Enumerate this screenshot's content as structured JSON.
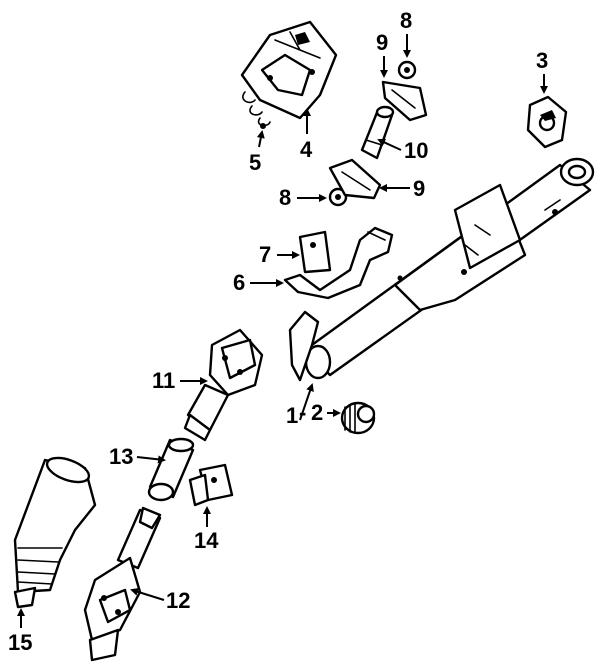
{
  "callouts": [
    {
      "id": "1",
      "text": "1"
    },
    {
      "id": "2",
      "text": "2"
    },
    {
      "id": "3",
      "text": "3"
    },
    {
      "id": "4",
      "text": "4"
    },
    {
      "id": "5",
      "text": "5"
    },
    {
      "id": "6",
      "text": "6"
    },
    {
      "id": "7",
      "text": "7"
    },
    {
      "id": "8a",
      "text": "8"
    },
    {
      "id": "8b",
      "text": "8"
    },
    {
      "id": "9a",
      "text": "9"
    },
    {
      "id": "9b",
      "text": "9"
    },
    {
      "id": "10",
      "text": "10"
    },
    {
      "id": "11",
      "text": "11"
    },
    {
      "id": "12",
      "text": "12"
    },
    {
      "id": "13",
      "text": "13"
    },
    {
      "id": "14",
      "text": "14"
    },
    {
      "id": "15",
      "text": "15"
    }
  ],
  "separator": "-"
}
